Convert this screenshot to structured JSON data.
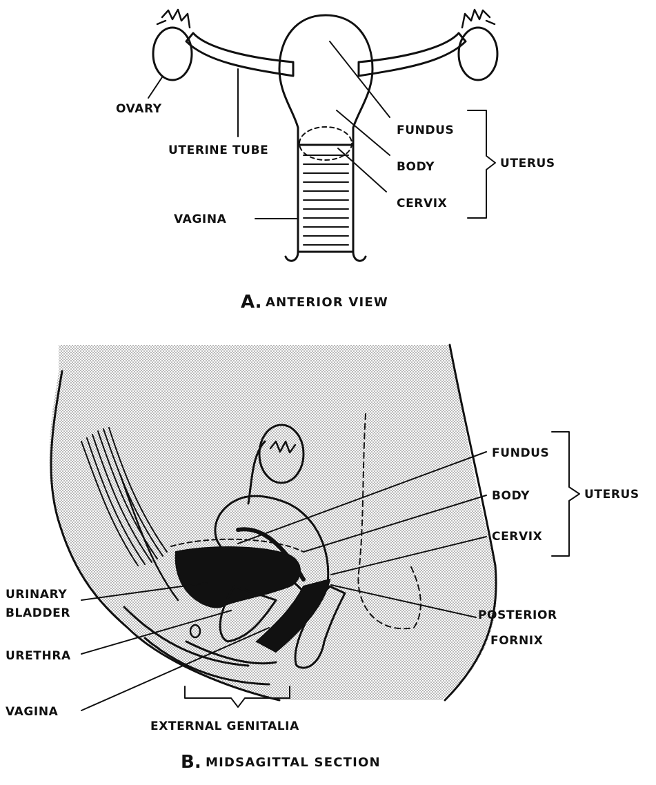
{
  "panel_a": {
    "labels": {
      "ovary": "OVARY",
      "uterine_tube": "UTERINE TUBE",
      "vagina": "VAGINA",
      "fundus": "FUNDUS",
      "body": "BODY",
      "cervix": "CERVIX",
      "uterus": "UTERUS"
    },
    "caption_letter": "A.",
    "caption_text": "ANTERIOR VIEW"
  },
  "panel_b": {
    "labels": {
      "fundus": "FUNDUS",
      "body": "BODY",
      "cervix": "CERVIX",
      "uterus": "UTERUS",
      "urinary": "URINARY",
      "bladder": "BLADDER",
      "urethra": "URETHRA",
      "vagina": "VAGINA",
      "posterior": "POSTERIOR",
      "fornix": "FORNIX",
      "external_genitalia": "EXTERNAL GENITALIA"
    },
    "caption_letter": "B.",
    "caption_text": "MIDSAGITTAL SECTION"
  },
  "colors": {
    "ink": "#111111",
    "stipple": "#c9c9c9",
    "background": "#ffffff"
  }
}
